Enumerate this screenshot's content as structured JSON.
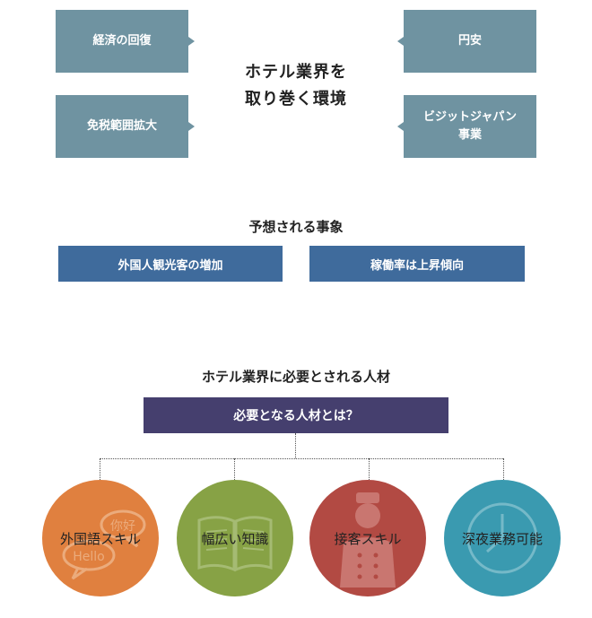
{
  "center_title": {
    "line1": "ホテル業界を",
    "line2": "取り巻く環境"
  },
  "factors": {
    "economy": "経済の回復",
    "yen": "円安",
    "tax_free": "免税範囲拡大",
    "visit_japan_line1": "ビジットジャパン",
    "visit_japan_line2": "事業"
  },
  "expected": {
    "title": "予想される事象",
    "tourists": "外国人観光客の増加",
    "occupancy": "稼働率は上昇傾向"
  },
  "talent": {
    "title": "ホテル業界に必要とされる人材",
    "question": "必要となる人材とは？",
    "skills": [
      "外国語スキル",
      "幅広い知識",
      "接客スキル",
      "深夜業務可能"
    ],
    "bg_words": [
      "Hello",
      "你好"
    ]
  },
  "colors": {
    "factor": "#6f93a1",
    "event": "#3f6b9c",
    "question": "#453f6e",
    "skill_colors": [
      "#e0803f",
      "#87a245",
      "#b24a43",
      "#3a9ab0"
    ]
  }
}
